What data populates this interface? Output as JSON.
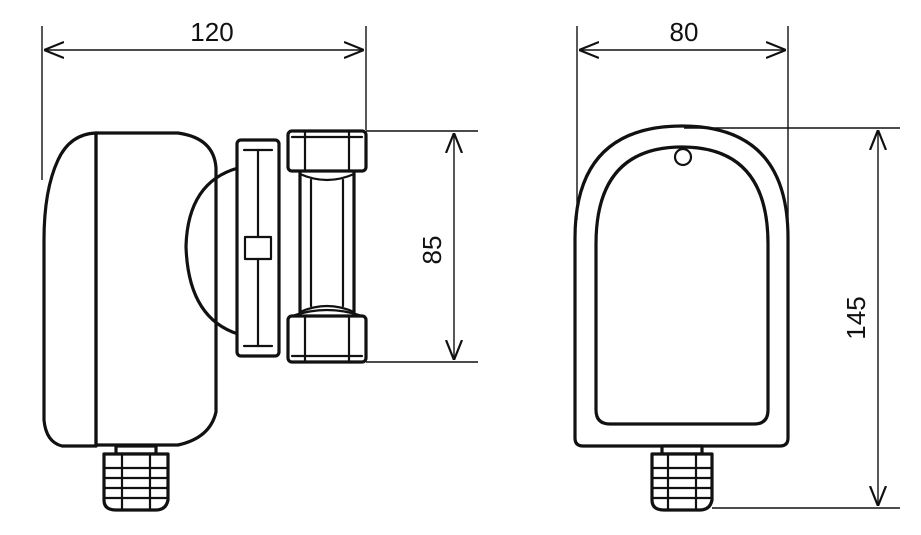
{
  "dimensions": {
    "side_width": "120",
    "pipe_spacing": "85",
    "front_width": "80",
    "front_height": "145"
  },
  "colors": {
    "line": "#111111",
    "background": "#ffffff"
  }
}
